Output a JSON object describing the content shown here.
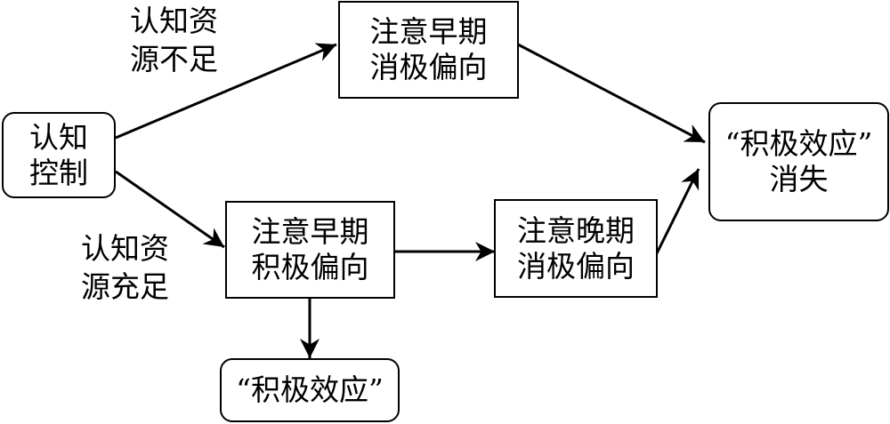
{
  "nodes": {
    "cognitive_control": {
      "lines": [
        "认知",
        "控制"
      ]
    },
    "early_negative": {
      "lines": [
        "注意早期",
        "消极偏向"
      ]
    },
    "early_positive": {
      "lines": [
        "注意早期",
        "积极偏向"
      ]
    },
    "late_negative": {
      "lines": [
        "注意晚期",
        "消极偏向"
      ]
    },
    "effect_disappears": {
      "lines": [
        "“积极效应”",
        "消失"
      ]
    },
    "positive_effect": {
      "lines": [
        "“积极效应”"
      ]
    }
  },
  "edge_labels": {
    "insufficient": {
      "lines": [
        "认知资",
        "源不足"
      ]
    },
    "sufficient": {
      "lines": [
        "认知资",
        "源充足"
      ]
    }
  },
  "colors": {
    "stroke": "#000000",
    "background": "#ffffff"
  }
}
